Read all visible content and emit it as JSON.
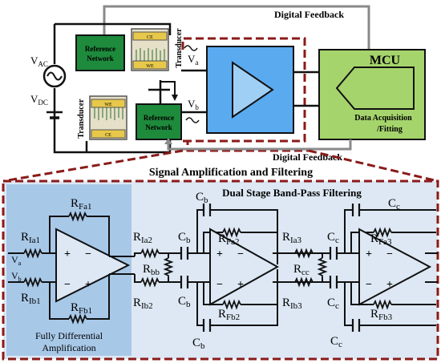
{
  "top": {
    "digital_feedback_top": "Digital Feedback",
    "digital_feedback_bottom": "Digital Feedback",
    "vac": "V",
    "vac_sub": "AC",
    "vdc": "V",
    "vdc_sub": "DC",
    "ref_network_1": [
      "Reference",
      "Network"
    ],
    "ref_network_2": [
      "Reference",
      "Network"
    ],
    "transducer_1": "Transducer",
    "transducer_2": "Transducer",
    "ce_top": "CE",
    "we_top": "WE",
    "we_bottom": "WE",
    "ce_bottom": "CE",
    "va": "V",
    "va_sub": "a",
    "vb": "V",
    "vb_sub": "b",
    "mcu": "MCU",
    "data_acq": [
      "Data Acquisition",
      "/Fitting"
    ]
  },
  "section_title": "Signal Amplification and Filtering",
  "bottom": {
    "dual_stage_title": "Dual Stage Band-Pass Filtering",
    "fully_diff": [
      "Fully Differential",
      "Amplification"
    ],
    "resistors": [
      {
        "id": "RFa1",
        "main": "R",
        "sub": "Fa1"
      },
      {
        "id": "RIa1",
        "main": "R",
        "sub": "Ia1"
      },
      {
        "id": "RIb1",
        "main": "R",
        "sub": "Ib1"
      },
      {
        "id": "RFb1",
        "main": "R",
        "sub": "Fb1"
      },
      {
        "id": "RIa2",
        "main": "R",
        "sub": "Ia2"
      },
      {
        "id": "Rbb",
        "main": "R",
        "sub": "bb"
      },
      {
        "id": "RIb2",
        "main": "R",
        "sub": "Ib2"
      },
      {
        "id": "RFa2",
        "main": "R",
        "sub": "Fa2"
      },
      {
        "id": "RFb2",
        "main": "R",
        "sub": "Fb2"
      },
      {
        "id": "RIa3",
        "main": "R",
        "sub": "Ia3"
      },
      {
        "id": "Rcc",
        "main": "R",
        "sub": "cc"
      },
      {
        "id": "RIb3",
        "main": "R",
        "sub": "Ib3"
      },
      {
        "id": "RFa3",
        "main": "R",
        "sub": "Fa3"
      },
      {
        "id": "RFb3",
        "main": "R",
        "sub": "Fb3"
      }
    ],
    "capacitors": [
      {
        "id": "Cb_top",
        "main": "C",
        "sub": "b"
      },
      {
        "id": "Cb_in_top",
        "main": "C",
        "sub": "b"
      },
      {
        "id": "Cb_in_bot",
        "main": "C",
        "sub": "b"
      },
      {
        "id": "Cb_bot",
        "main": "C",
        "sub": "b"
      },
      {
        "id": "Cc_top",
        "main": "C",
        "sub": "c"
      },
      {
        "id": "Cc_in_top",
        "main": "C",
        "sub": "c"
      },
      {
        "id": "Cc_in_bot",
        "main": "C",
        "sub": "c"
      },
      {
        "id": "Cc_bot",
        "main": "C",
        "sub": "c"
      }
    ],
    "va": "V",
    "va_sub": "a",
    "vb": "V",
    "vb_sub": "b",
    "plus": "+",
    "minus": "−"
  },
  "colors": {
    "green": "#1e8a3c",
    "mcu_green": "#a5d46c",
    "amp_blue": "#5aaaf0",
    "dashed_red": "#8b1a1a",
    "panel_light": "#dde8f4",
    "panel_mid": "#a8c8e8"
  }
}
